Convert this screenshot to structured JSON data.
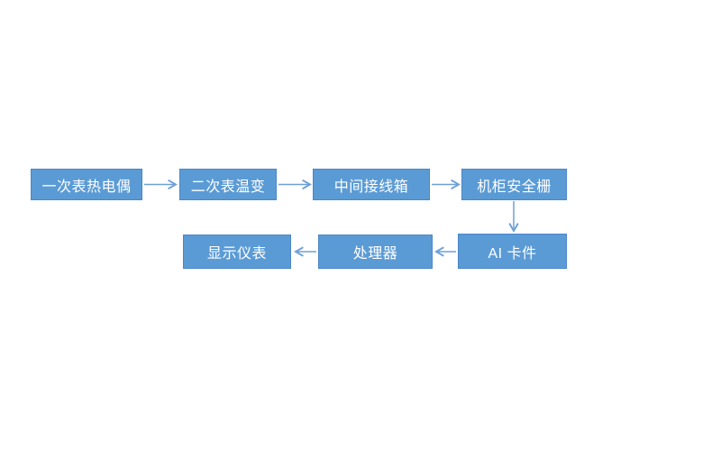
{
  "diagram": {
    "title": "",
    "type": "flowchart",
    "nodes": [
      {
        "id": "thermocouple",
        "label": "一次表热电偶"
      },
      {
        "id": "temp-transmitter",
        "label": "二次表温变"
      },
      {
        "id": "junction-box",
        "label": "中间接线箱"
      },
      {
        "id": "safety-barrier",
        "label": "机柜安全栅"
      },
      {
        "id": "ai-card",
        "label": "AI 卡件"
      },
      {
        "id": "processor",
        "label": "处理器"
      },
      {
        "id": "display",
        "label": "显示仪表"
      }
    ],
    "edges": [
      {
        "from": "thermocouple",
        "to": "temp-transmitter",
        "direction": "right"
      },
      {
        "from": "temp-transmitter",
        "to": "junction-box",
        "direction": "right"
      },
      {
        "from": "junction-box",
        "to": "safety-barrier",
        "direction": "right"
      },
      {
        "from": "safety-barrier",
        "to": "ai-card",
        "direction": "down"
      },
      {
        "from": "ai-card",
        "to": "processor",
        "direction": "left"
      },
      {
        "from": "processor",
        "to": "display",
        "direction": "left"
      }
    ],
    "colors": {
      "node_fill": "#5b9bd5",
      "node_border": "#4a86c8",
      "arrow": "#6ea0d8",
      "text": "#ffffff",
      "background": "#ffffff"
    }
  }
}
